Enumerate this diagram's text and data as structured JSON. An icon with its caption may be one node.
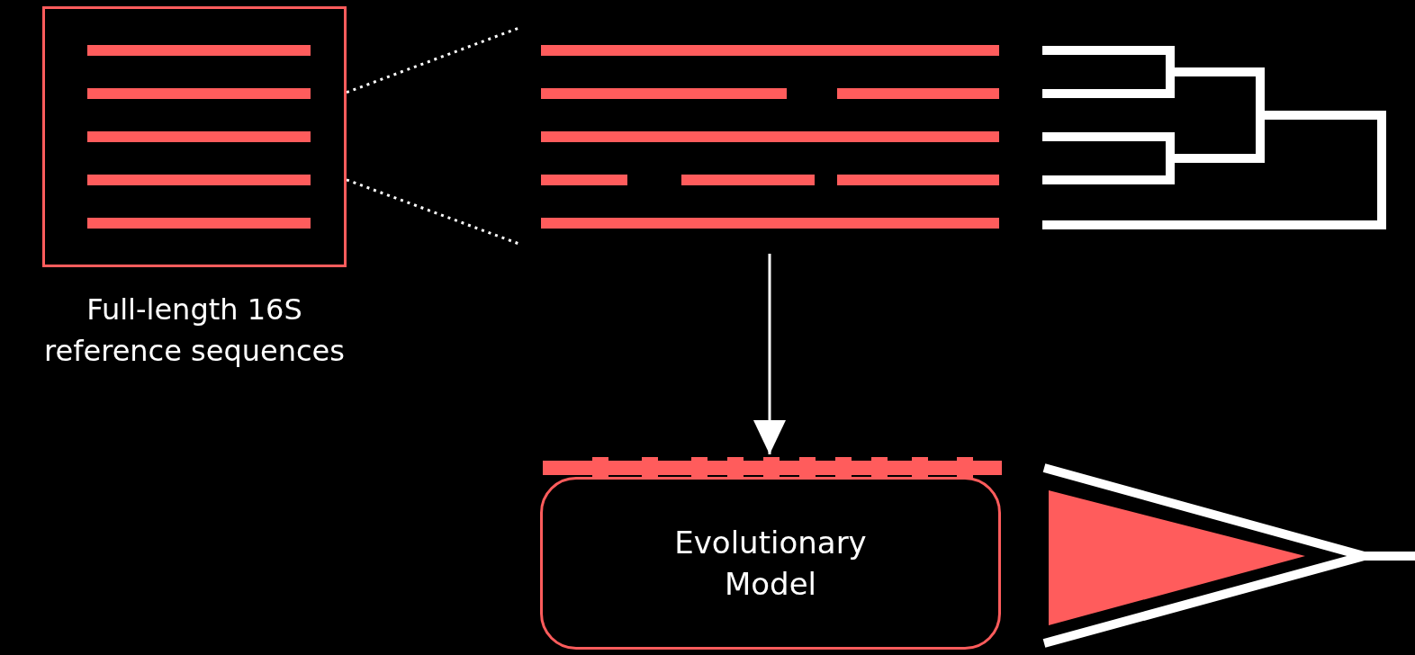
{
  "diagram": {
    "nodes": [
      {
        "text": [],
        "shape": "box",
        "beside": [
          "Full-length 16S reference sequences"
        ]
      },
      {
        "text": [],
        "shape": "picture"
      },
      {
        "text": [
          "Evolutionary Model"
        ]
      }
    ],
    "edges": [
      {
        "from": 0,
        "to": 1,
        "arrow": "none",
        "style": "dashed"
      },
      {
        "from": 0,
        "to": 1,
        "arrow": "none",
        "style": "dashed"
      },
      {
        "from": 1,
        "to": 2,
        "arrow": "to"
      }
    ]
  }
}
